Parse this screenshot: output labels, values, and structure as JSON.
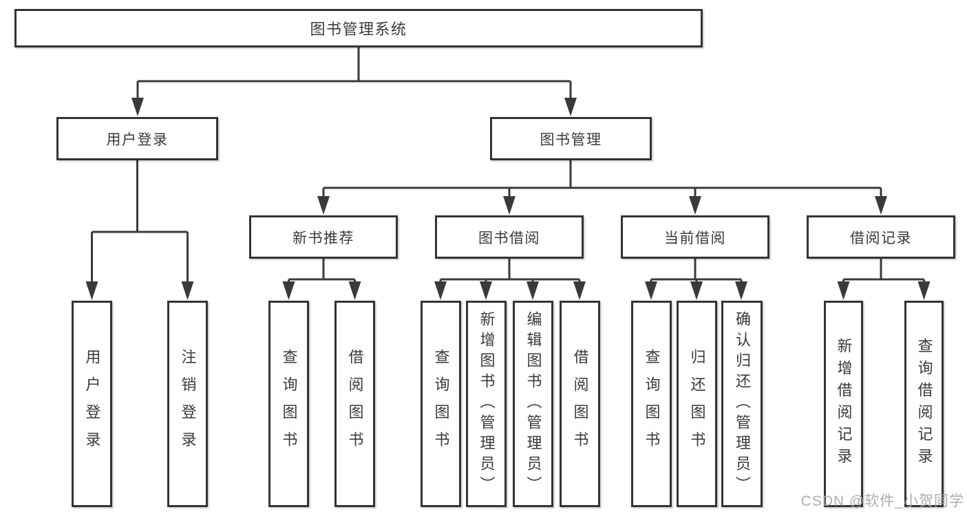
{
  "diagram_type": "hierarchy-flowchart",
  "tree": {
    "label": "图书管理系统",
    "children": [
      {
        "label": "用户登录",
        "children": [
          {
            "label": "用户登录"
          },
          {
            "label": "注销登录"
          }
        ]
      },
      {
        "label": "图书管理",
        "children": [
          {
            "label": "新书推荐",
            "children": [
              {
                "label": "查询图书"
              },
              {
                "label": "借阅图书"
              }
            ]
          },
          {
            "label": "图书借阅",
            "children": [
              {
                "label": "查询图书"
              },
              {
                "label": "新增图书（管理员）"
              },
              {
                "label": "编辑图书（管理员）"
              },
              {
                "label": "借阅图书"
              }
            ]
          },
          {
            "label": "当前借阅",
            "children": [
              {
                "label": "查询图书"
              },
              {
                "label": "归还图书"
              },
              {
                "label": "确认归还（管理员）"
              }
            ]
          },
          {
            "label": "借阅记录",
            "children": [
              {
                "label": "新增借阅记录"
              },
              {
                "label": "查询借阅记录"
              }
            ]
          }
        ]
      }
    ]
  },
  "watermark": {
    "text": "CSDN @软件_小贺同学"
  },
  "colors": {
    "line": "#3a3a3a",
    "box_border": "#333333",
    "text": "#3a3a3a",
    "background": "#ffffff",
    "watermark": "#a4a4a4"
  }
}
